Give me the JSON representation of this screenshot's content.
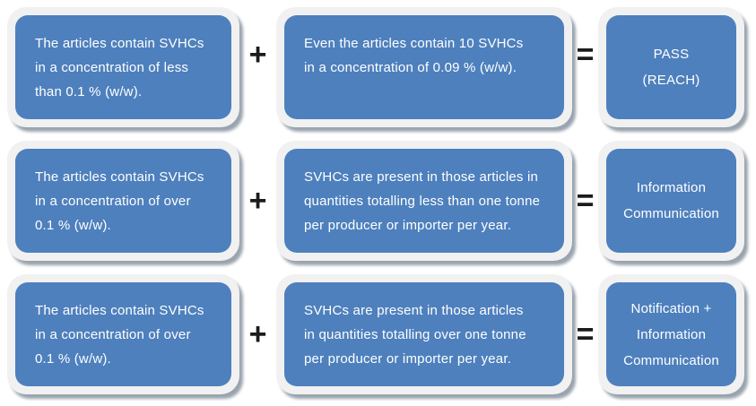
{
  "colors": {
    "box_fill": "#4E80BD",
    "frame": "#F1F1F2",
    "shadow": "#9AA4AE",
    "text": "#FFFFFF",
    "operator": "#1B1B1B",
    "background": "#FFFFFF"
  },
  "operators": {
    "plus": "+",
    "equals": "="
  },
  "rows": [
    {
      "left": [
        "The articles contain SVHCs",
        "in a concentration of less",
        "than 0.1 % (w/w)."
      ],
      "middle": [
        "Even the articles contain 10 SVHCs",
        "in a concentration of 0.09 % (w/w)."
      ],
      "right": [
        "PASS",
        "(REACH)"
      ]
    },
    {
      "left": [
        "The articles contain SVHCs",
        "in a concentration of over",
        "0.1 % (w/w)."
      ],
      "middle": [
        "SVHCs are present in those articles in",
        "quantities totalling less than one tonne",
        "per producer or importer per year."
      ],
      "right": [
        "Information",
        "Communication"
      ]
    },
    {
      "left": [
        "The articles contain SVHCs",
        "in a concentration of over",
        "0.1 % (w/w)."
      ],
      "middle": [
        "SVHCs are present in those articles",
        "in quantities totalling over one tonne",
        "per producer or importer per year."
      ],
      "right": [
        "Notification +",
        "Information",
        "Communication"
      ]
    }
  ]
}
